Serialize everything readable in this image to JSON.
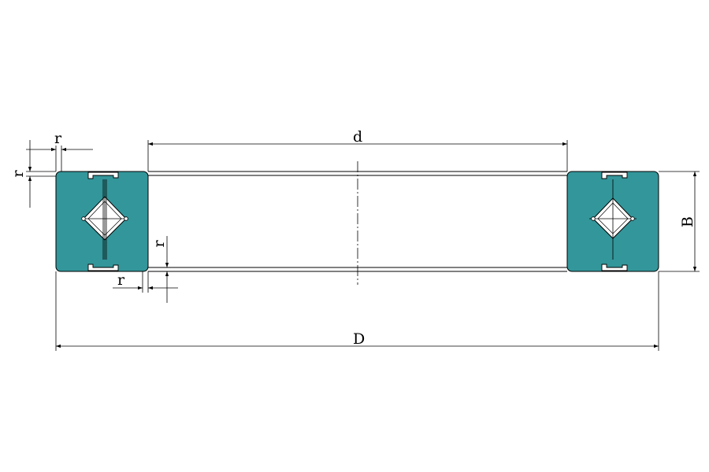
{
  "labels": {
    "bore_diameter": "d",
    "outer_diameter": "D",
    "width": "B",
    "radius_top_horizontal": "r",
    "radius_top_vertical": "r",
    "radius_bottom_horizontal": "r",
    "radius_bottom_vertical": "r"
  },
  "colors": {
    "section_fill": "#33969a",
    "line": "#000000",
    "background": "#ffffff"
  }
}
